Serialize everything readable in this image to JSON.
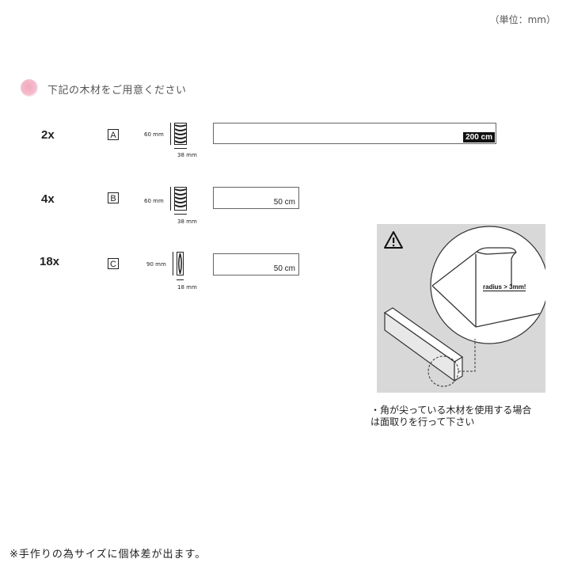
{
  "unit_label": "（単位：mm）",
  "heading": "下記の木材をご用意ください",
  "rows": [
    {
      "qty": "2x",
      "letter": "A",
      "height": "60 mm",
      "width": "38 mm",
      "length": "200 cm"
    },
    {
      "qty": "4x",
      "letter": "B",
      "height": "60 mm",
      "width": "38 mm",
      "length": "50 cm"
    },
    {
      "qty": "18x",
      "letter": "C",
      "height": "90 mm",
      "width": "18 mm",
      "length": "50 cm"
    }
  ],
  "warning": {
    "icon": "warning-triangle-icon",
    "radius_label": "radius > 3mm!",
    "note_line1": "・角が尖っている木材を使用する場合",
    "note_line2": "は面取りを行って下さい"
  },
  "footnote": "※手作りの為サイズに個体差が出ます。",
  "colors": {
    "accent_pink": "#f2a8bd",
    "panel_gray": "#d8d8d8",
    "length_tag_dark": "#111111"
  }
}
